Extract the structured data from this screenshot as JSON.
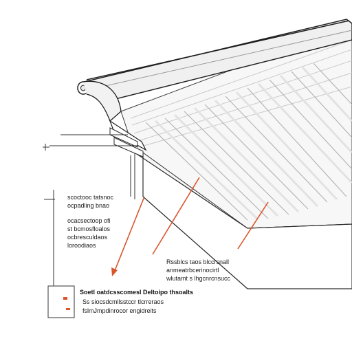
{
  "labels": {
    "top_left": [
      "scoctooc tatsnoc",
      "ocpadling bnao"
    ],
    "mid_left": [
      "ocacsectoop ofi",
      "st bcmosfloalos",
      "ocbresculdaos",
      "loroodiaos"
    ],
    "center": [
      "Rssblcs taos blccrsnall",
      "anmeatrbcerinocirtl",
      "wlutamt s lhgcnrcnsucc"
    ],
    "legend": [
      "Soetl oatdcsscomesl Deltoipo thsoalts",
      "Ss siocsdcmllsstccr tlcrreraos",
      "fslmJmpdinrocor engidreits"
    ]
  },
  "colors": {
    "accent": "#d8562c",
    "line": "#2a2a2a",
    "fill_light": "#f4f4f4"
  }
}
